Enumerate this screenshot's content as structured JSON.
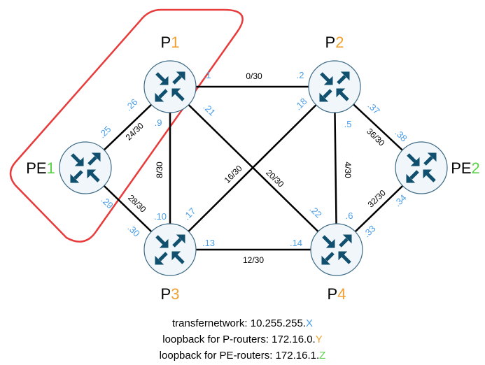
{
  "colors": {
    "router_fill": "#f1f6fa",
    "router_stroke": "#3e6b86",
    "arrow": "#10506e",
    "link": "#000000",
    "region": "#e83b3b",
    "ip_label": "#4a9de8",
    "p_accent": "#f0a030",
    "pe_accent": "#5ad24a"
  },
  "routers": {
    "p1": {
      "prefix": "P",
      "num": "1"
    },
    "p2": {
      "prefix": "P",
      "num": "2"
    },
    "p3": {
      "prefix": "P",
      "num": "3"
    },
    "p4": {
      "prefix": "P",
      "num": "4"
    },
    "pe1": {
      "prefix": "PE",
      "num": "1"
    },
    "pe2": {
      "prefix": "PE",
      "num": "2"
    }
  },
  "links": [
    {
      "id": "p1-p2",
      "subnet": "0/30",
      "a_ip": ".1",
      "b_ip": ".2"
    },
    {
      "id": "p1-p4",
      "subnet": "20/30",
      "a_ip": ".21",
      "b_ip": ".22"
    },
    {
      "id": "p1-p3",
      "subnet": "8/30",
      "a_ip": ".9",
      "b_ip": ".10"
    },
    {
      "id": "pe1-p1",
      "subnet": "24/30",
      "a_ip": ".25",
      "b_ip": ".26"
    },
    {
      "id": "pe1-p3",
      "subnet": "28/30",
      "a_ip": ".29",
      "b_ip": ".30"
    },
    {
      "id": "p3-p2",
      "subnet": "16/30",
      "a_ip": ".17",
      "b_ip": ".18"
    },
    {
      "id": "p3-p4",
      "subnet": "12/30",
      "a_ip": ".13",
      "b_ip": ".14"
    },
    {
      "id": "p2-p4",
      "subnet": "4/30",
      "a_ip": ".5",
      "b_ip": ".6"
    },
    {
      "id": "p2-pe2",
      "subnet": "36/30",
      "a_ip": ".37",
      "b_ip": ".38"
    },
    {
      "id": "p4-pe2",
      "subnet": "32/30",
      "a_ip": ".33",
      "b_ip": ".34"
    }
  ],
  "legend": [
    {
      "text": "transfernetwork: 10.255.255.",
      "var": "X"
    },
    {
      "text": "loopback for P-routers: 172.16.0.",
      "var": "Y"
    },
    {
      "text": "loopback for PE-routers: 172.16.1.",
      "var": "Z"
    }
  ]
}
